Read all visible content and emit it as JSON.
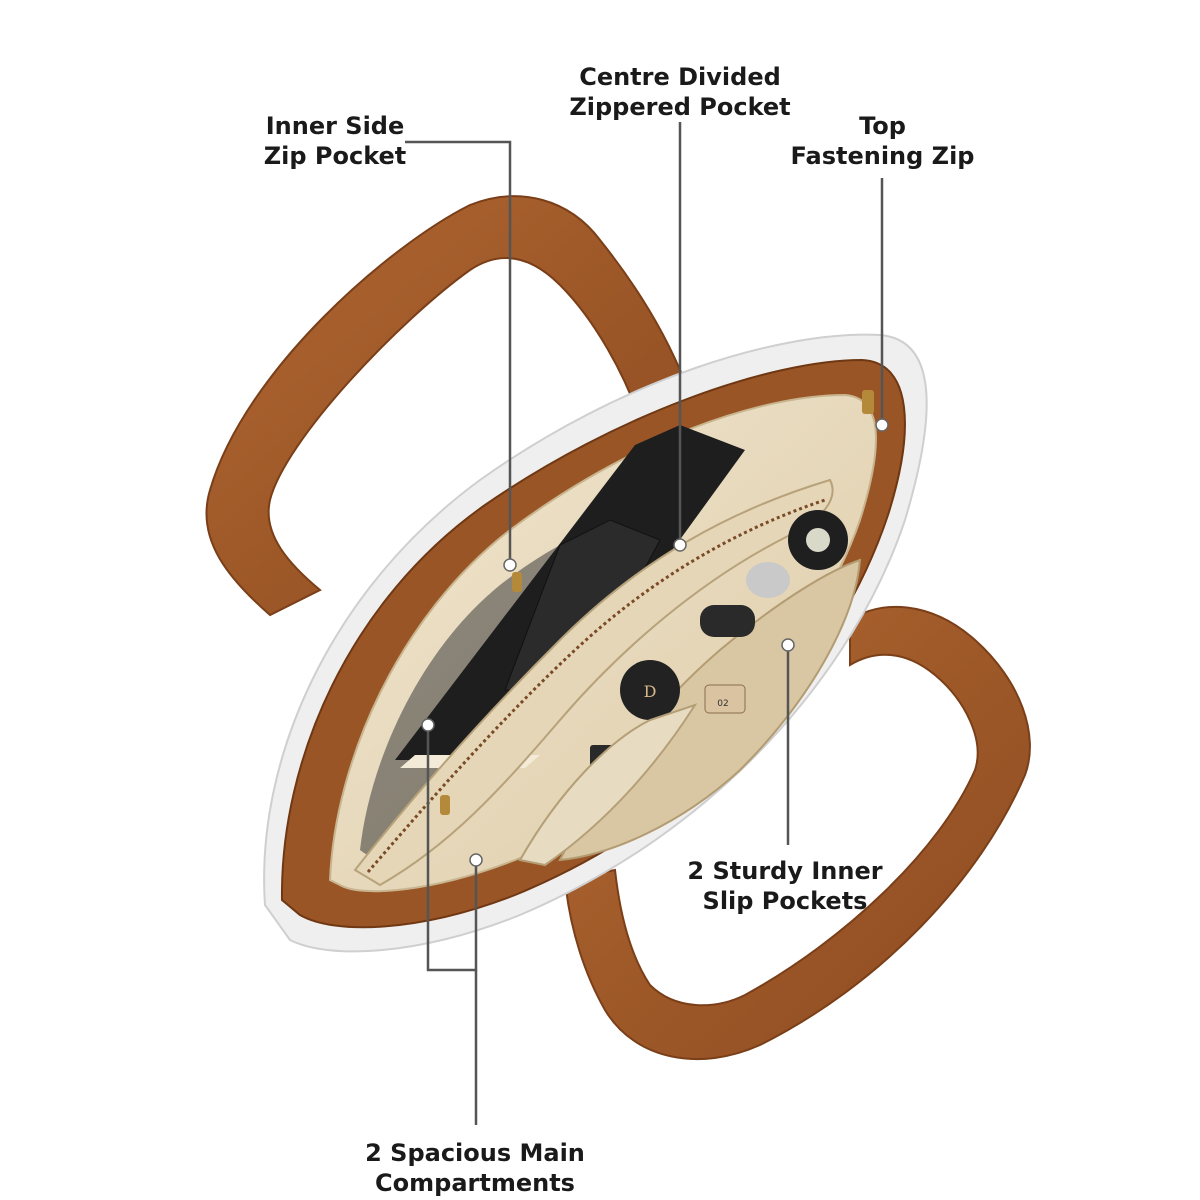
{
  "image": {
    "subject": "Open handbag viewed from above",
    "colors": {
      "background": "#ffffff",
      "strap": "#9a5526",
      "strap_highlight": "#b7682f",
      "lining": "#e9dcc2",
      "exterior": "#efefef",
      "leader_line": "#555555"
    }
  },
  "callouts": [
    {
      "id": "inner-side-zip-pocket",
      "lines": [
        "Inner Side",
        "Zip Pocket"
      ]
    },
    {
      "id": "centre-divided-zippered-pocket",
      "lines": [
        "Centre Divided",
        "Zippered Pocket"
      ]
    },
    {
      "id": "top-fastening-zip",
      "lines": [
        "Top",
        "Fastening Zip"
      ]
    },
    {
      "id": "sturdy-inner-slip-pockets",
      "lines": [
        "2 Sturdy Inner",
        "Slip Pockets"
      ]
    },
    {
      "id": "spacious-main-compartments",
      "lines": [
        "2 Spacious Main",
        "Compartments"
      ]
    }
  ],
  "labels": {
    "product_tag": "02"
  }
}
